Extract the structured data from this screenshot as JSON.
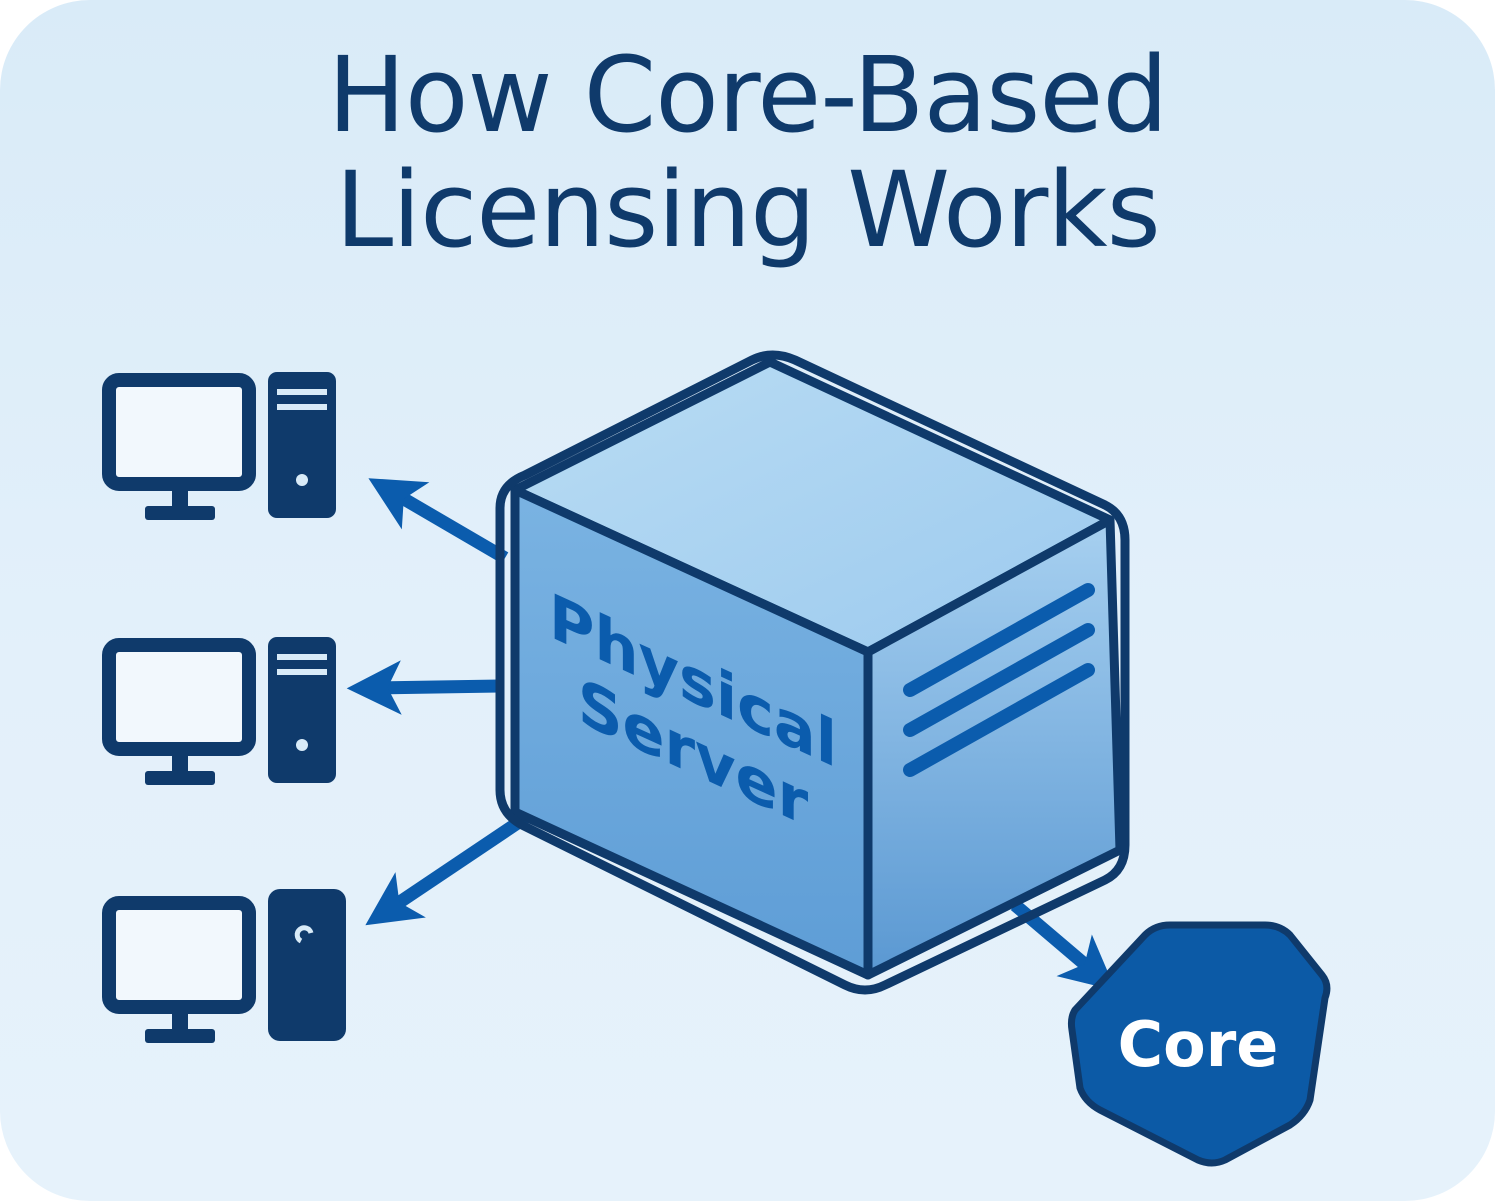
{
  "title": {
    "line1": "How Core-Based",
    "line2": "Licensing Works"
  },
  "server": {
    "label_line1": "Physical",
    "label_line2": "Server"
  },
  "core": {
    "label": "Core"
  },
  "colors": {
    "background": "#dcecf8",
    "title": "#0f3a6b",
    "outline": "#0f3a6b",
    "cube_top": "#a9d1f0",
    "cube_front": "#6fa8dc",
    "cube_side": "#5a98d2",
    "accent": "#0b5cad",
    "core_fill": "#0c5aa6",
    "core_text": "#ffffff"
  },
  "icons": [
    "desktop-computer-icon",
    "desktop-computer-icon",
    "desktop-computer-icon",
    "server-cube-icon",
    "core-hexagon-icon"
  ]
}
